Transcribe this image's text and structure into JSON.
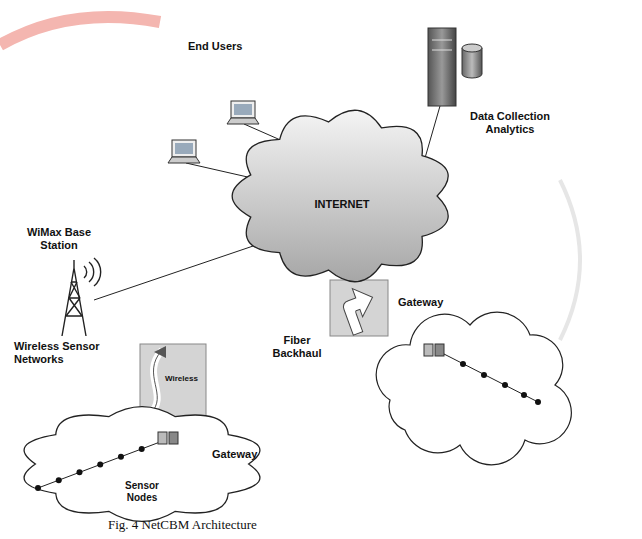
{
  "diagram": {
    "caption": "Fig. 4 NetCBM Architecture",
    "nodes": [
      {
        "text": [
          "INTERNET"
        ]
      },
      {
        "text": [
          "Sensor Nodes"
        ]
      }
    ],
    "labels": [
      "End Users",
      "Data Collection Analytics",
      "WiMax Base Station",
      "Wireless Sensor Networks",
      "Wireless",
      "Gateway",
      "Fiber Backhaul",
      "Gateway"
    ]
  }
}
